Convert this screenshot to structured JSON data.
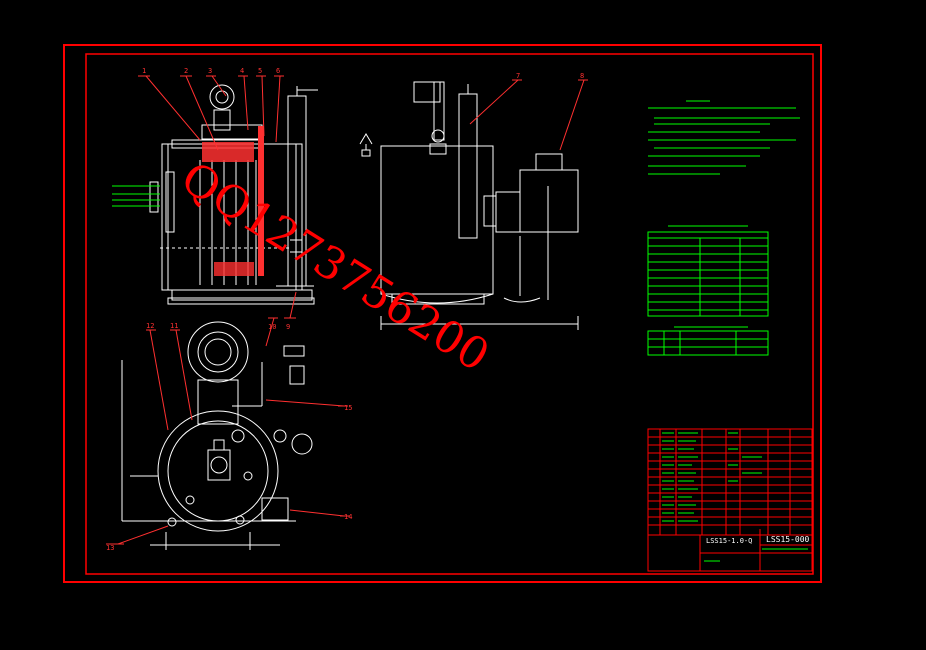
{
  "colors": {
    "background": "#000000",
    "frame": "#ff0000",
    "body": "#ffffff",
    "text": "#00ff00",
    "balloon": "#ff3030",
    "dimension": "#00c0ff",
    "watermark": "#ff0000"
  },
  "balloons": {
    "b1": "1",
    "b2": "2",
    "b3": "3",
    "b4": "4",
    "b5": "5",
    "b6": "6",
    "b7": "7",
    "b8": "8",
    "b9": "9",
    "b10": "10",
    "b11": "11",
    "b12": "12",
    "b13": "13",
    "b14": "14",
    "b15": "15"
  },
  "watermark": "QQ1273756200",
  "title_block": {
    "drawing_no": "LSS15-000",
    "model_name": "LSS15-1.0-Q"
  }
}
